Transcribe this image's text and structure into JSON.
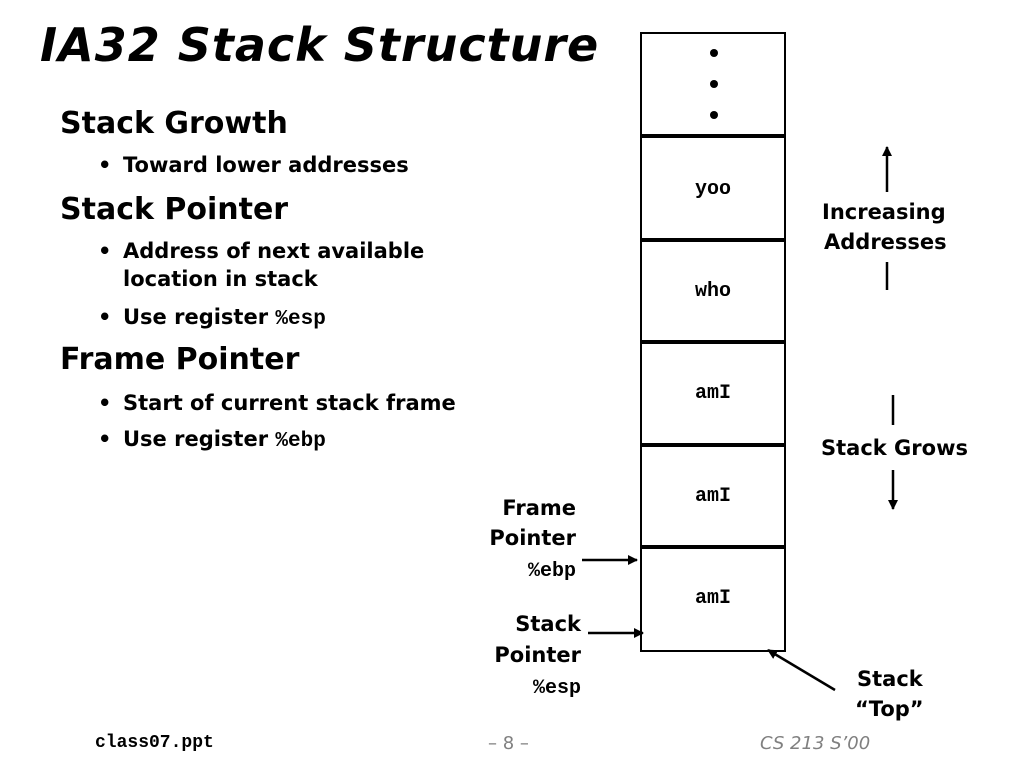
{
  "slide": {
    "title": "IA32 Stack Structure"
  },
  "sections": [
    {
      "heading": "Stack Growth",
      "bullets": [
        {
          "text": "Toward lower addresses",
          "code": ""
        }
      ]
    },
    {
      "heading": "Stack Pointer",
      "bullets": [
        {
          "text": "Address of next available",
          "text2": "location in stack",
          "code": ""
        },
        {
          "text": "Use register ",
          "code": "%esp"
        }
      ]
    },
    {
      "heading": "Frame Pointer",
      "bullets": [
        {
          "text": "Start of current stack frame",
          "code": ""
        },
        {
          "text": "Use register ",
          "code": "%ebp"
        }
      ]
    }
  ],
  "bullet_glyph": "•",
  "stack": {
    "cells": [
      "yoo",
      "who",
      "amI",
      "amI",
      "amI"
    ]
  },
  "labels": {
    "increasing_line1": "Increasing",
    "increasing_line2": "Addresses",
    "stack_grows": "Stack Grows",
    "frame_line1": "Frame",
    "frame_line2": "Pointer",
    "frame_reg": "%ebp",
    "stackptr_line1": "Stack",
    "stackptr_line2": "Pointer",
    "stackptr_reg": "%esp",
    "top_line1": "Stack",
    "top_line2": "“Top”"
  },
  "footer": {
    "file": "class07.ppt",
    "page": "– 8 –",
    "course": "CS 213 S’00"
  },
  "colors": {
    "text": "#000000",
    "footer_muted": "#808080",
    "background": "#ffffff"
  }
}
